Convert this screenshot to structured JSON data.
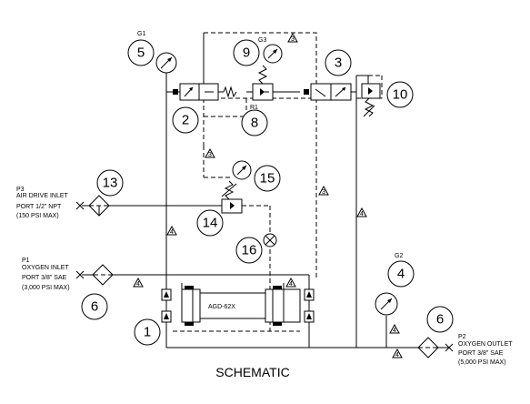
{
  "title": "SCHEMATIC",
  "callouts": [
    "5",
    "9",
    "3",
    "2",
    "8",
    "10",
    "13",
    "15",
    "14",
    "16",
    "4",
    "6",
    "1",
    "6"
  ],
  "gauge_tags": [
    "G1",
    "G3",
    "G2"
  ],
  "regulator_tag": "R1",
  "pump_label": "AGD-62X",
  "line_tags": [
    "3",
    "3",
    "3",
    "4",
    "4",
    "4",
    "4",
    "4",
    "4"
  ],
  "ports": {
    "air_drive": [
      "P3",
      "AIR DRIVE INLET",
      "PORT 1/2\" NPT",
      "(150 PSI MAX)"
    ],
    "oxygen_inlet": [
      "P1",
      "OXYGEN INLET",
      "PORT 3/8\" SAE",
      "(3,000 PSI MAX)"
    ],
    "oxygen_outlet": [
      "P2",
      "OXYGEN OUTLET",
      "PORT 3/8\" SAE",
      "(5,000 PSI MAX)"
    ]
  },
  "colors": {
    "ink": "#000000",
    "paper": "#ffffff"
  }
}
